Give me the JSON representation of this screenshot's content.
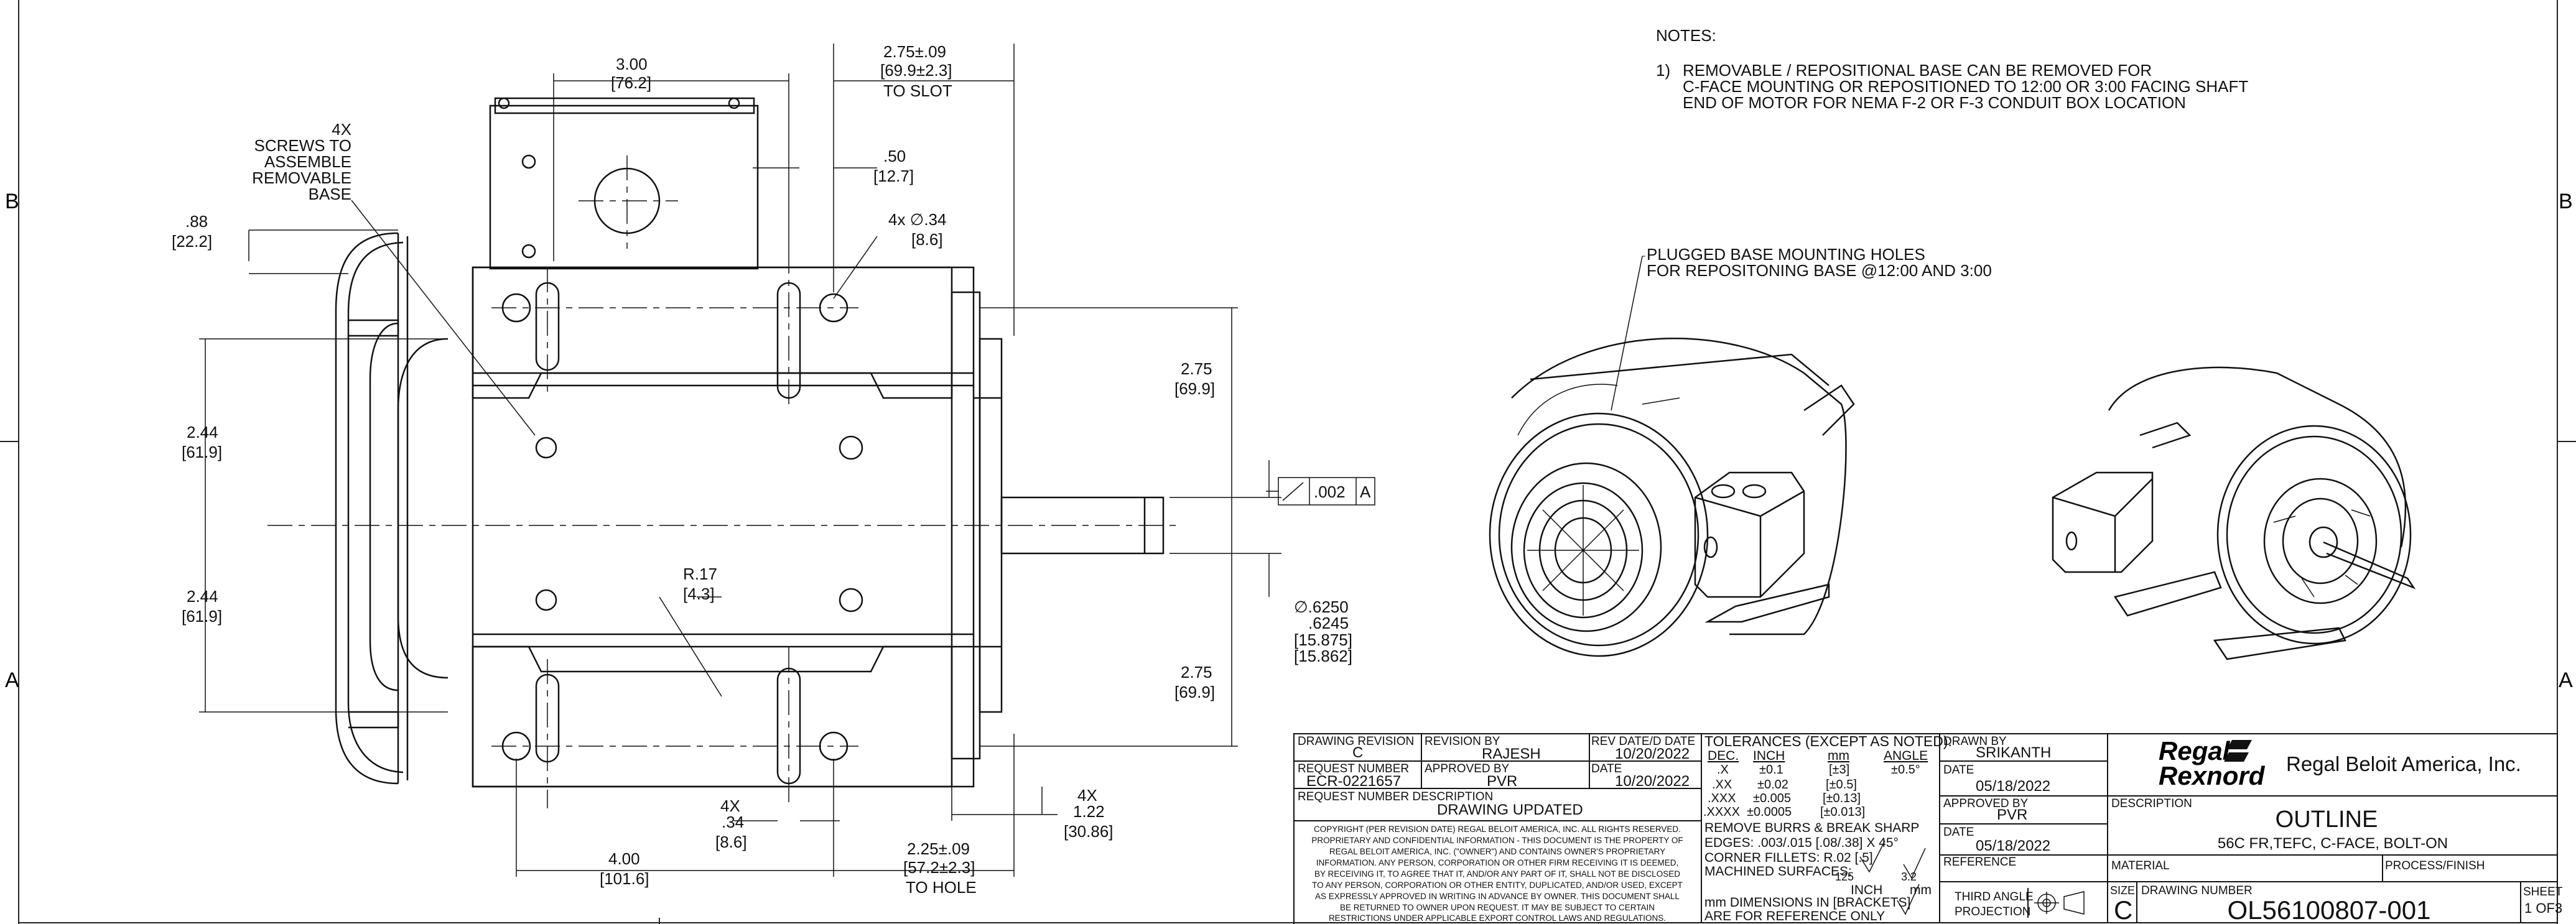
{
  "zone_labels": {
    "left_b": "B",
    "left_a": "A",
    "right_b": "B",
    "right_a": "A"
  },
  "notes": {
    "heading": "NOTES:",
    "item1_num": "1)",
    "item1_line1": "REMOVABLE / REPOSITIONAL BASE CAN BE REMOVED FOR",
    "item1_line2": "C-FACE MOUNTING OR REPOSITIONED TO 12:00 OR 3:00 FACING SHAFT",
    "item1_line3": "END OF MOTOR FOR NEMA F-2 OR F-3 CONDUIT BOX LOCATION"
  },
  "callouts": {
    "screws": [
      "4X",
      "SCREWS TO",
      "ASSEMBLE",
      "REMOVABLE",
      "BASE"
    ],
    "plugged": [
      "PLUGGED BASE MOUNTING HOLES",
      "FOR REPOSITONING BASE @12:00 AND 3:00"
    ]
  },
  "dimensions": {
    "d300": "3.00",
    "d300_mm": "[76.2]",
    "d275_09": "2.75±.09",
    "d275_09_mm": "[69.9±2.3]",
    "to_slot": "TO SLOT",
    "d050": ".50",
    "d050_mm": "[12.7]",
    "d4x34": "4x ∅.34",
    "d4x34_mm": "[8.6]",
    "d088": ".88",
    "d088_mm": "[22.2]",
    "d244a": "2.44",
    "d244a_mm": "[61.9]",
    "d244b": "2.44",
    "d244b_mm": "[61.9]",
    "d275a": "2.75",
    "d275a_mm": "[69.9]",
    "d275b": "2.75",
    "d275b_mm": "[69.9]",
    "r17": "R.17",
    "r17_mm": "[4.3]",
    "tol_val": ".002",
    "tol_datum": "A",
    "shaft1": "∅.6250",
    "shaft2": ".6245",
    "shaft3": "[15.875]",
    "shaft4": "[15.862]",
    "d4x34b_a": "4X",
    "d4x34b_b": ".34",
    "d4x34b_mm": "[8.6]",
    "d400": "4.00",
    "d400_mm": "[101.6]",
    "d225": "2.25±.09",
    "d225_mm": "[57.2±2.3]",
    "to_hole": "TO HOLE",
    "d4x122_a": "4X",
    "d4x122_b": "1.22",
    "d4x122_mm": "[30.86]"
  },
  "title_block": {
    "drawing_revision_label": "DRAWING REVISION",
    "drawing_revision": "C",
    "revision_by_label": "REVISION BY",
    "revision_by": "RAJESH",
    "rev_date_label": "REV DATE/D DATE",
    "rev_date": "10/20/2022",
    "request_number_label": "REQUEST NUMBER",
    "request_number": "ECR-0221657",
    "approved_by_label": "APPROVED BY",
    "approved_by": "PVR",
    "date_label": "DATE",
    "date": "10/20/2022",
    "request_desc_label": "REQUEST NUMBER DESCRIPTION",
    "request_desc": "DRAWING UPDATED",
    "copyright": [
      "COPYRIGHT (PER REVISION DATE) REGAL BELOIT AMERICA, INC. ALL RIGHTS RESERVED.",
      "PROPRIETARY AND CONFIDENTIAL INFORMATION - THIS DOCUMENT IS THE PROPERTY OF",
      "REGAL BELOIT AMERICA, INC. (\"OWNER\") AND CONTAINS OWNER'S PROPRIETARY",
      "INFORMATION. ANY PERSON, CORPORATION OR OTHER FIRM RECEIVING IT IS DEEMED,",
      "BY RECEIVING IT, TO AGREE THAT IT, AND/OR ANY PART OF IT, SHALL NOT BE DISCLOSED",
      "TO ANY PERSON, CORPORATION OR OTHER ENTITY, DUPLICATED, AND/OR USED, EXCEPT",
      "AS EXPRESSLY APPROVED IN WRITING IN ADVANCE BY OWNER. THIS DOCUMENT SHALL",
      "BE RETURNED TO OWNER UPON REQUEST. IT MAY BE SUBJECT TO CERTAIN",
      "RESTRICTIONS UNDER APPLICABLE EXPORT CONTROL LAWS AND REGULATIONS."
    ],
    "tolerances_label": "TOLERANCES (EXCEPT AS NOTED):",
    "tol_headers": [
      "DEC.",
      "INCH",
      "mm",
      "ANGLE"
    ],
    "tol_rows": [
      [
        ".X",
        "±0.1",
        "[±3]",
        "±0.5°"
      ],
      [
        ".XX",
        "±0.02",
        "[±0.5]",
        ""
      ],
      [
        ".XXX",
        "±0.005",
        "[±0.13]",
        ""
      ],
      [
        ".XXXX",
        "±0.0005",
        "[±0.013]",
        ""
      ]
    ],
    "remove_burrs": "REMOVE BURRS & BREAK SHARP",
    "edges": "EDGES: .003/.015 [.08/.38] X 45°",
    "corner_fillets": "CORNER FILLETS: R.02 [.5]",
    "machined": "MACHINED SURFACES:",
    "finish_a": "125",
    "finish_b": "3.2",
    "finish_units": "INCH",
    "finish_units_b": "mm",
    "mm_dims": "mm DIMENSIONS IN [BRACKETS]",
    "ref_only": "ARE FOR REFERENCE ONLY",
    "drawn_by_label": "DRAWN BY",
    "drawn_by": "SRIKANTH",
    "date2_label": "DATE",
    "date2": "05/18/2022",
    "approved_by2_label": "APPROVED BY",
    "approved_by2": "PVR",
    "date3_label": "DATE",
    "date3": "05/18/2022",
    "reference_label": "REFERENCE",
    "projection_label_a": "THIRD ANGLE",
    "projection_label_b": "PROJECTION",
    "logo_a": "Regal",
    "logo_b": "Rexnord",
    "company": "Regal Beloit America, Inc.",
    "description_label": "DESCRIPTION",
    "description_title": "OUTLINE",
    "description_sub": "56C FR,TEFC, C-FACE, BOLT-ON",
    "material_label": "MATERIAL",
    "process_label": "PROCESS/FINISH",
    "size_label": "SIZE",
    "size": "C",
    "drawing_number_label": "DRAWING NUMBER",
    "drawing_number": "OL56100807-001",
    "sheet_label": "SHEET",
    "sheet": "1 OF3"
  }
}
